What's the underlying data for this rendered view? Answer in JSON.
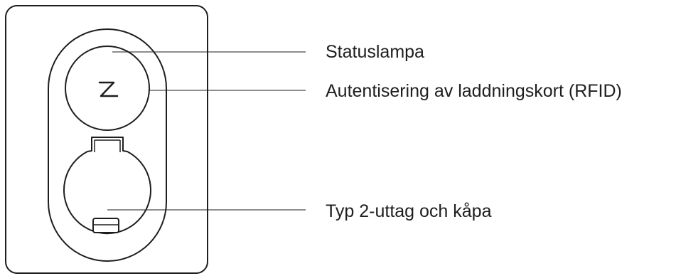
{
  "labels": {
    "status_lamp": "Statuslampa",
    "rfid": "Autentisering av laddningskort (RFID)",
    "socket": "Typ 2-uttag och kåpa"
  },
  "logo": {
    "glyph": "Z"
  },
  "colors": {
    "stroke": "#1e1e1e",
    "background": "#ffffff"
  }
}
